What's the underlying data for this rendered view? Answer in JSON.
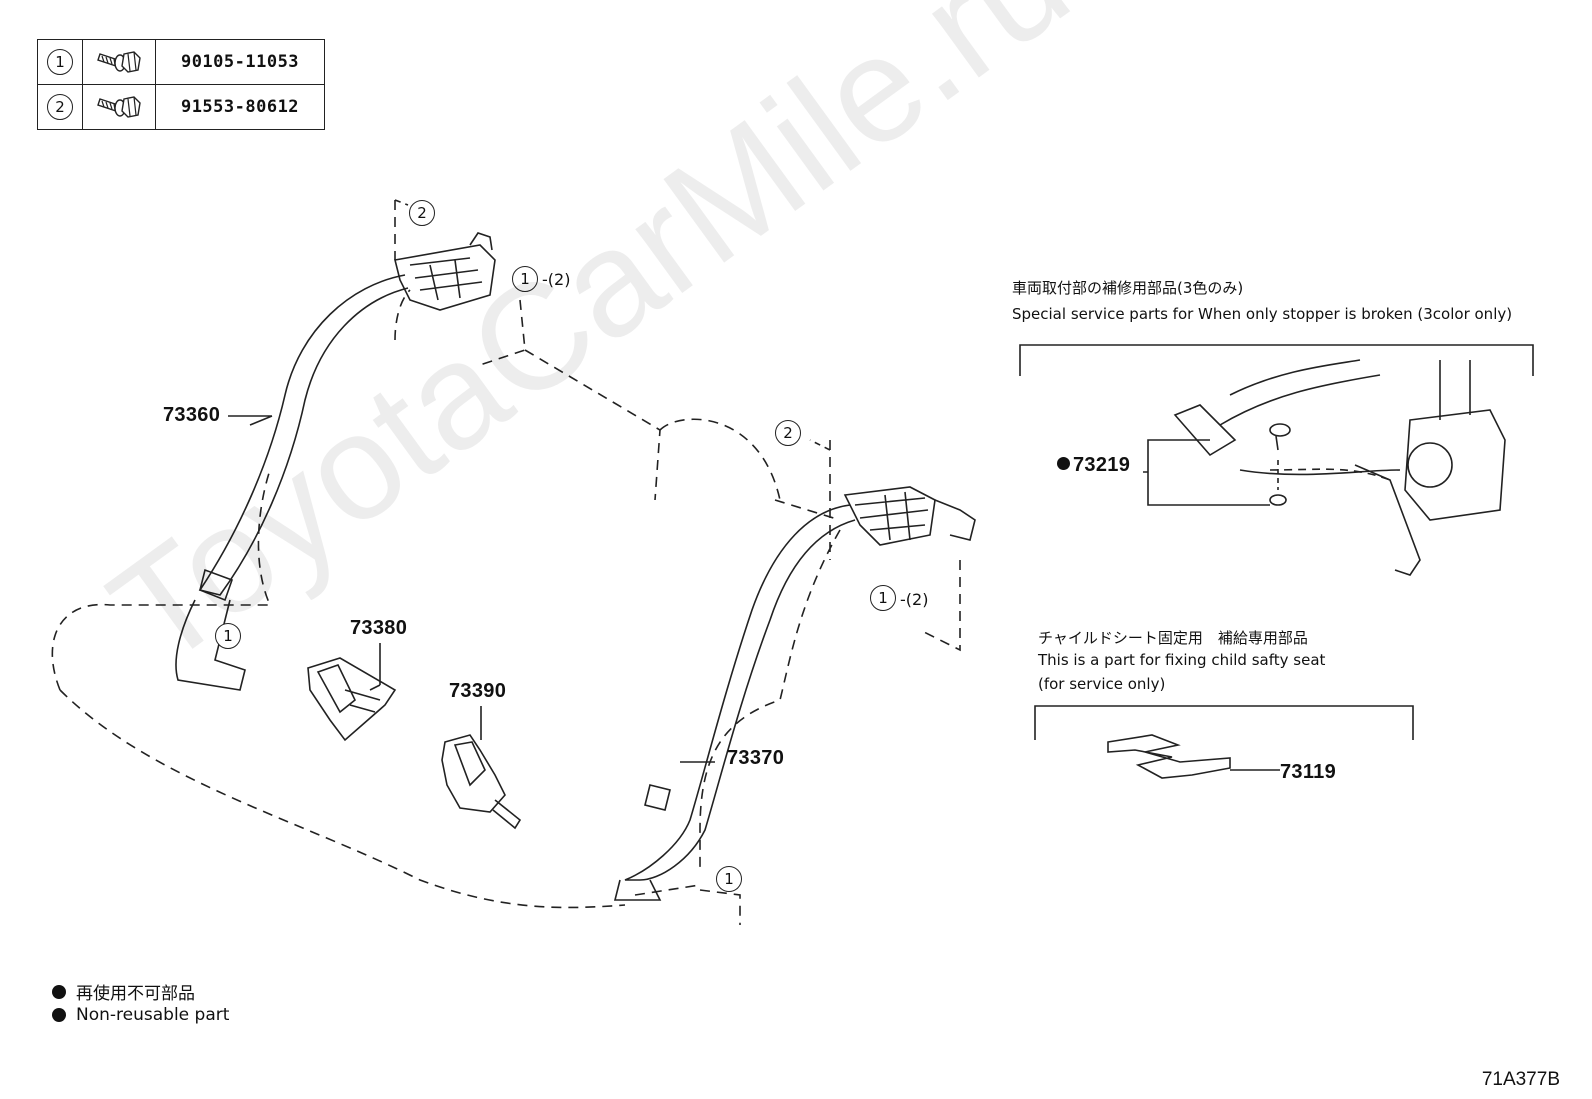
{
  "fastener_table": [
    {
      "ref": "1",
      "part_no": "90105-11053",
      "icon": "bolt-icon"
    },
    {
      "ref": "2",
      "part_no": "91553-80612",
      "icon": "bolt-icon"
    }
  ],
  "part_labels": {
    "p73360": "73360",
    "p73370": "73370",
    "p73380": "73380",
    "p73390": "73390",
    "p73219": "73219",
    "p73119": "73119"
  },
  "callouts": {
    "ref1": "1",
    "ref2": "2",
    "ref1_alt": "-(2)"
  },
  "special_service": {
    "title_ja": "車両取付部の補修用部品(3色のみ)",
    "title_en": "Special service parts for When only stopper is broken (3color only)"
  },
  "child_seat": {
    "title_ja": "チャイルドシート固定用　補給専用部品",
    "line1_en": "This is a part for fixing child safty seat",
    "line2_en": "(for service only)"
  },
  "legend": {
    "ja": "再使用不可部品",
    "en": "Non-reusable part"
  },
  "watermark": "ToyotaCarMile.ru",
  "diagram_code": "71A377B"
}
